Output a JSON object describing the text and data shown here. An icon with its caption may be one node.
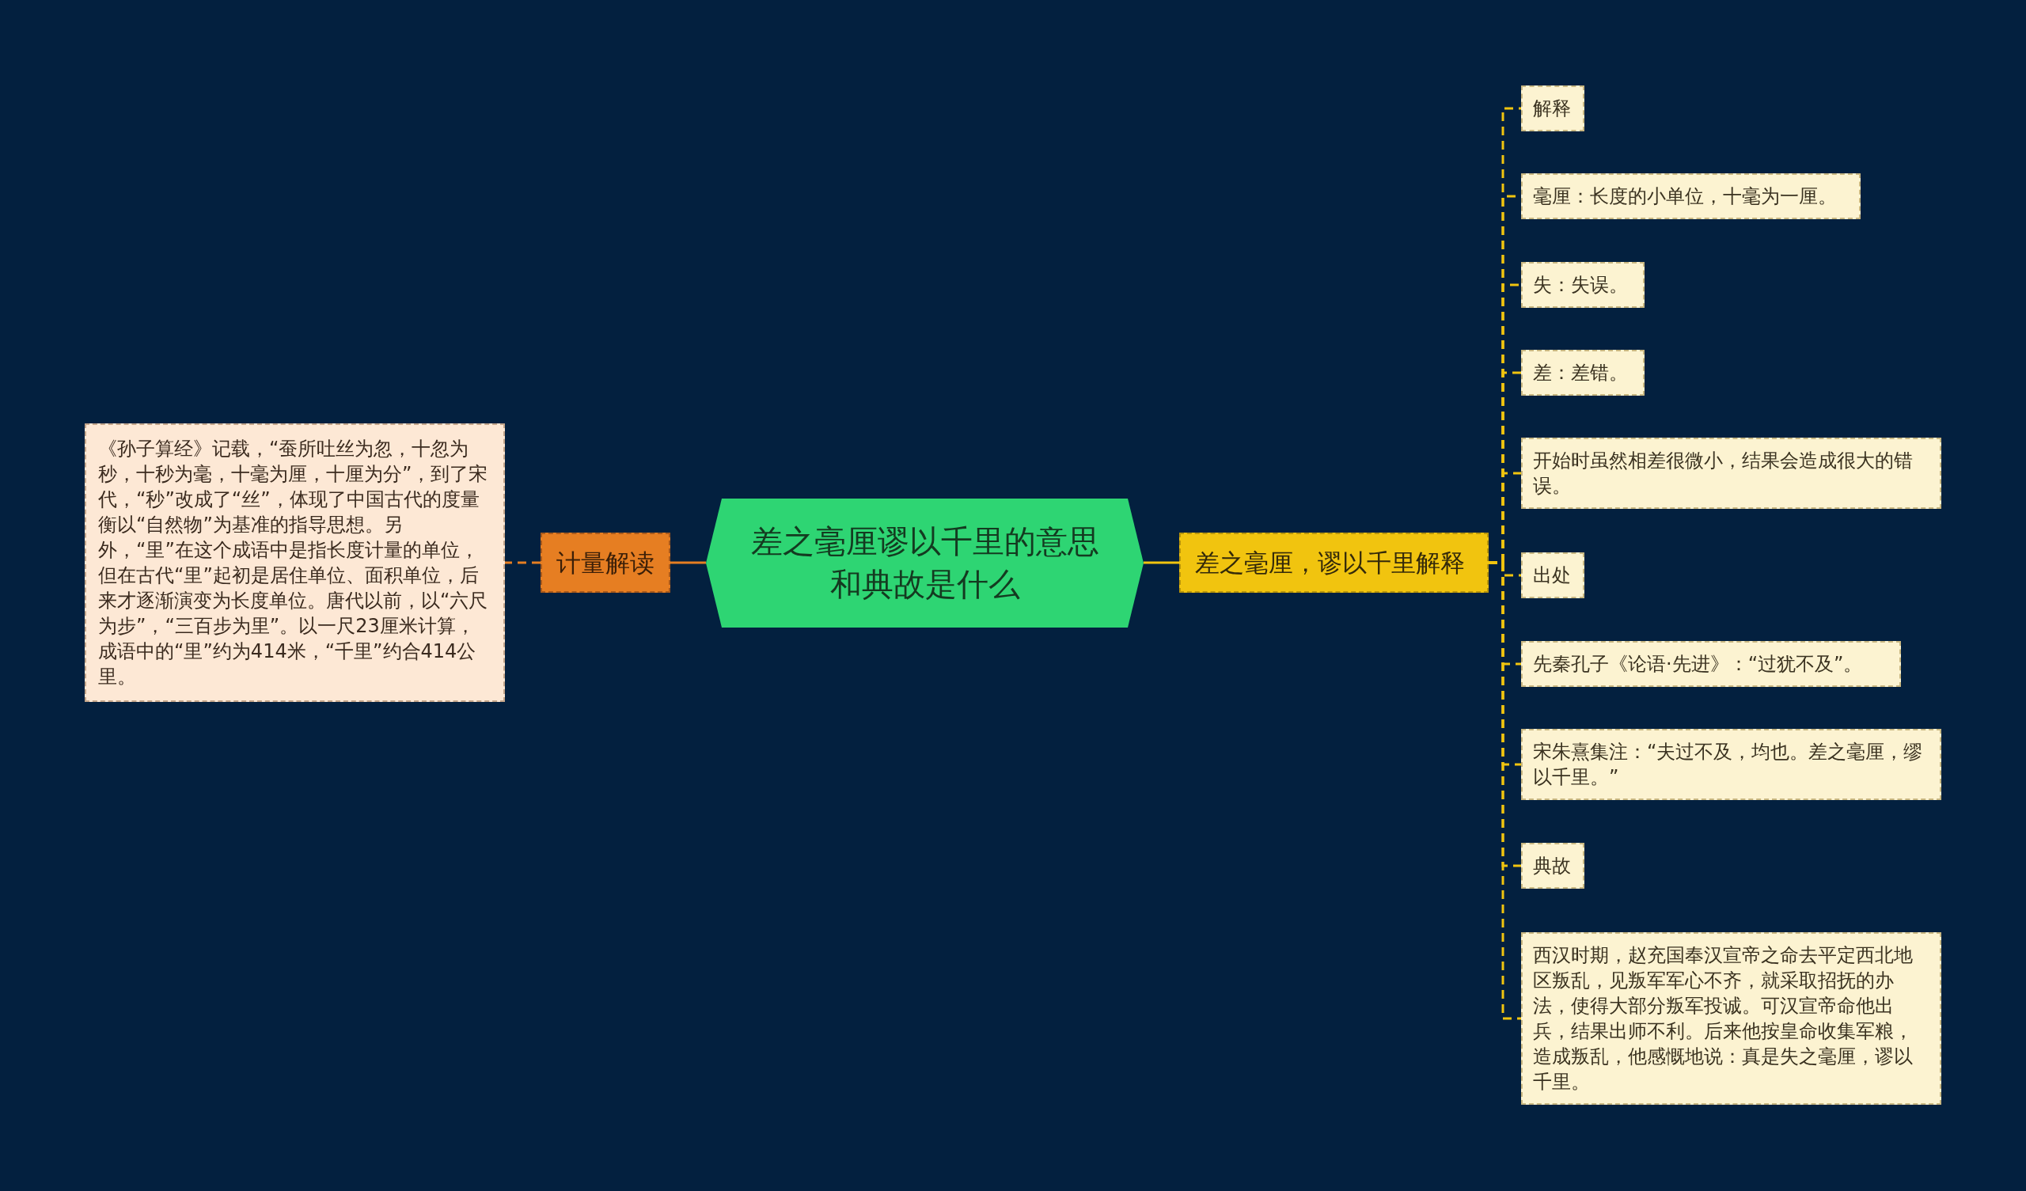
{
  "diagram": {
    "nodes": [
      {
        "text": [
          "差之毫厘谬以千里的意思和典故是什么"
        ]
      },
      {
        "text": [
          "计量解读"
        ]
      },
      {
        "text": [
          "《孙子算经》记载，“蚕所吐丝为忽，十忽为秒，十秒为毫，十毫为厘，十厘为分”，到了宋代，“秒”改成了“丝”，体现了中国古代的度量衡以“自然物”为基准的指导思想。另外，“里”在这个成语中是指长度计量的单位，但在古代“里”起初是居住单位、面积单位，后来才逐渐演变为长度单位。唐代以前，以“六尺为步”，“三百步为里”。以一尺23厘米计算，成语中的“里”约为414米，“千里”约合414公里。"
        ]
      },
      {
        "text": [
          "差之毫厘，谬以千里解释"
        ]
      },
      {
        "text": [
          "解释"
        ]
      },
      {
        "text": [
          "毫厘：长度的小单位，十毫为一厘。"
        ]
      },
      {
        "text": [
          "失：失误。"
        ]
      },
      {
        "text": [
          "差：差错。"
        ]
      },
      {
        "text": [
          "开始时虽然相差很微小，结果会造成很大的错误。"
        ]
      },
      {
        "text": [
          "出处"
        ]
      },
      {
        "text": [
          "先秦孔子《论语·先进》：“过犹不及”。"
        ]
      },
      {
        "text": [
          "宋朱熹集注：“夫过不及，均也。差之毫厘，缪以千里。”"
        ]
      },
      {
        "text": [
          "典故"
        ]
      },
      {
        "text": [
          "西汉时期，赵充国奉汉宣帝之命去平定西北地区叛乱，见叛军军心不齐，就采取招抚的办法，使得大部分叛军投诚。可汉宣帝命他出兵，结果出师不利。后来他按皇命收集军粮，造成叛乱，他感慨地说：真是失之毫厘，谬以千里。"
        ]
      }
    ],
    "edges": [
      {
        "from": 0,
        "to": 1,
        "arrow": "none",
        "color": "#e67e22"
      },
      {
        "from": 1,
        "to": 2,
        "arrow": "none",
        "style": "dashed",
        "color": "#e67e22"
      },
      {
        "from": 0,
        "to": 3,
        "arrow": "none"
      },
      {
        "from": 3,
        "to": 4,
        "arrow": "none",
        "style": "dashed"
      },
      {
        "from": 3,
        "to": 5,
        "arrow": "none",
        "style": "dashed"
      },
      {
        "from": 3,
        "to": 6,
        "arrow": "none",
        "style": "dashed"
      },
      {
        "from": 3,
        "to": 7,
        "arrow": "none",
        "style": "dashed"
      },
      {
        "from": 3,
        "to": 8,
        "arrow": "none",
        "style": "dashed"
      },
      {
        "from": 3,
        "to": 9,
        "arrow": "none",
        "style": "dashed"
      },
      {
        "from": 3,
        "to": 10,
        "arrow": "none",
        "style": "dashed"
      },
      {
        "from": 3,
        "to": 11,
        "arrow": "none",
        "style": "dashed"
      },
      {
        "from": 3,
        "to": 12,
        "arrow": "none",
        "style": "dashed"
      },
      {
        "from": 3,
        "to": 13,
        "arrow": "none",
        "style": "dashed"
      }
    ]
  }
}
